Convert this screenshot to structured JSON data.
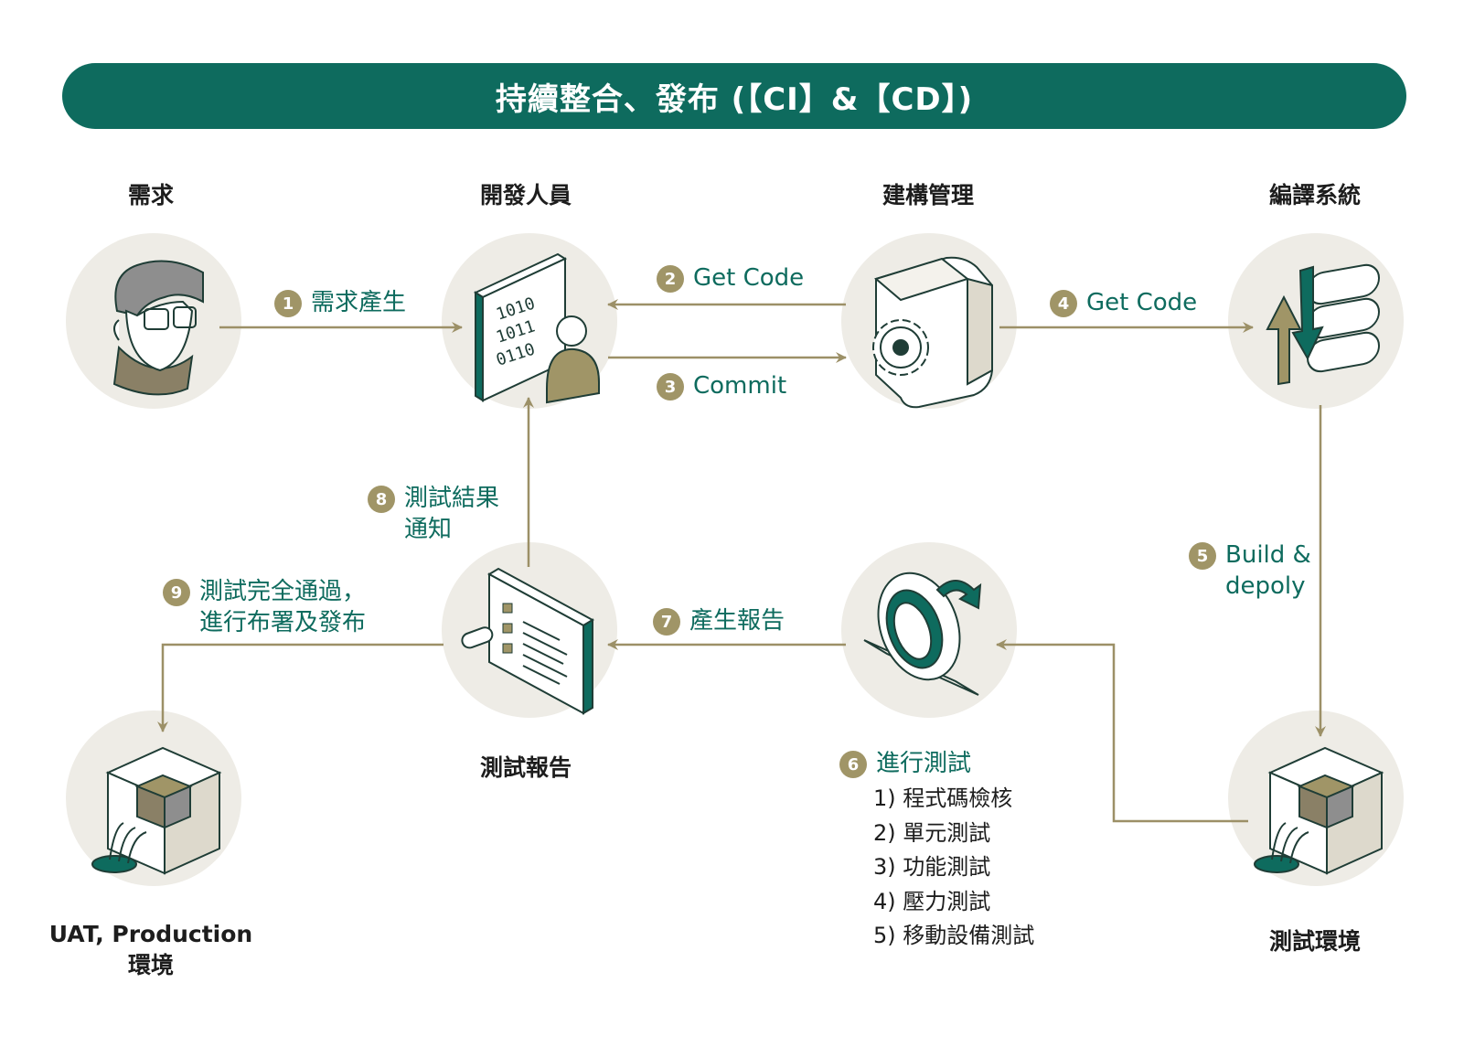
{
  "title": "持續整合、發布 (【CI】&【CD】)",
  "columns": {
    "demand": "需求",
    "developer": "開發人員",
    "build_mgmt": "建構管理",
    "compile_sys": "編譯系統"
  },
  "nodes": {
    "test_report": "測試報告",
    "uat_production": "UAT, Production\n環境",
    "test_env": "測試環境"
  },
  "developer_icon_text": [
    "1010",
    "1011",
    "0110"
  ],
  "steps": [
    {
      "num": "1",
      "label": "需求產生"
    },
    {
      "num": "2",
      "label": "Get Code"
    },
    {
      "num": "3",
      "label": "Commit"
    },
    {
      "num": "4",
      "label": "Get Code"
    },
    {
      "num": "5",
      "label": "Build &\ndepoly"
    },
    {
      "num": "6",
      "label": "進行測試"
    },
    {
      "num": "7",
      "label": "產生報告"
    },
    {
      "num": "8",
      "label": "測試結果\n通知"
    },
    {
      "num": "9",
      "label": "測試完全通過，\n進行布署及發布"
    }
  ],
  "test_items": [
    "1) 程式碼檢核",
    "2) 單元測試",
    "3) 功能測試",
    "4) 壓力測試",
    "5) 移動設備測試"
  ],
  "colors": {
    "teal": "#0e6b5e",
    "olive": "#a09567",
    "circle_bg": "#eeece6",
    "arrow": "#9c9067"
  }
}
